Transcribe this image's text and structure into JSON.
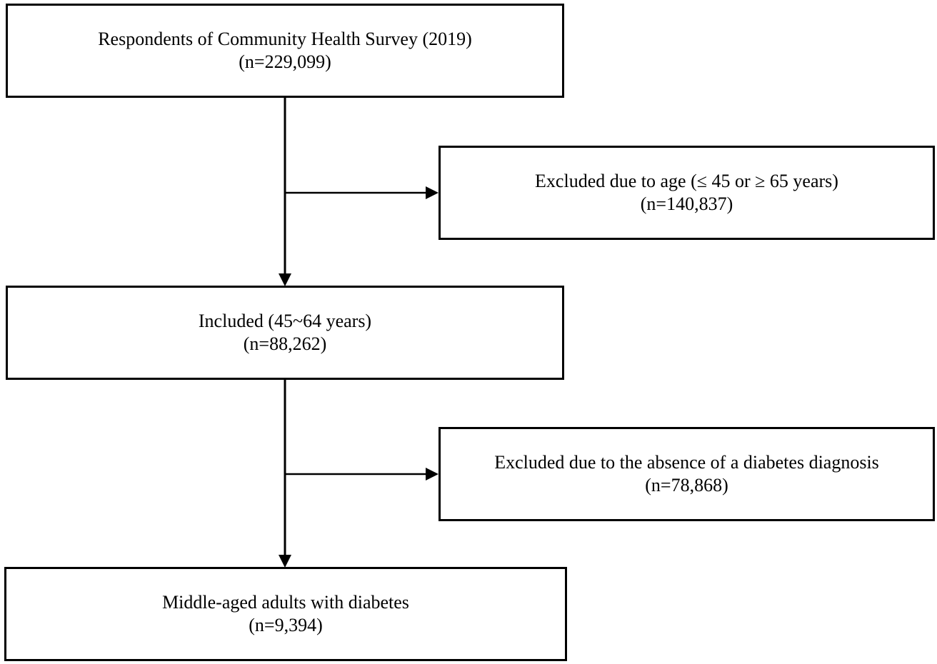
{
  "boxes": {
    "respondents": {
      "title": "Respondents of Community Health Survey (2019)",
      "count": "(n=229,099)"
    },
    "excluded_age": {
      "title": "Excluded due to age (≤ 45 or ≥ 65 years)",
      "count": "(n=140,837)"
    },
    "included": {
      "title": "Included (45~64 years)",
      "count": "(n=88,262)"
    },
    "excluded_diagnosis": {
      "title": "Excluded due to the absence of a diabetes diagnosis",
      "count": "(n=78,868)"
    },
    "final": {
      "title": "Middle-aged adults with diabetes",
      "count": "(n=9,394)"
    }
  },
  "colors": {
    "stroke": "#000000",
    "background": "#ffffff"
  }
}
